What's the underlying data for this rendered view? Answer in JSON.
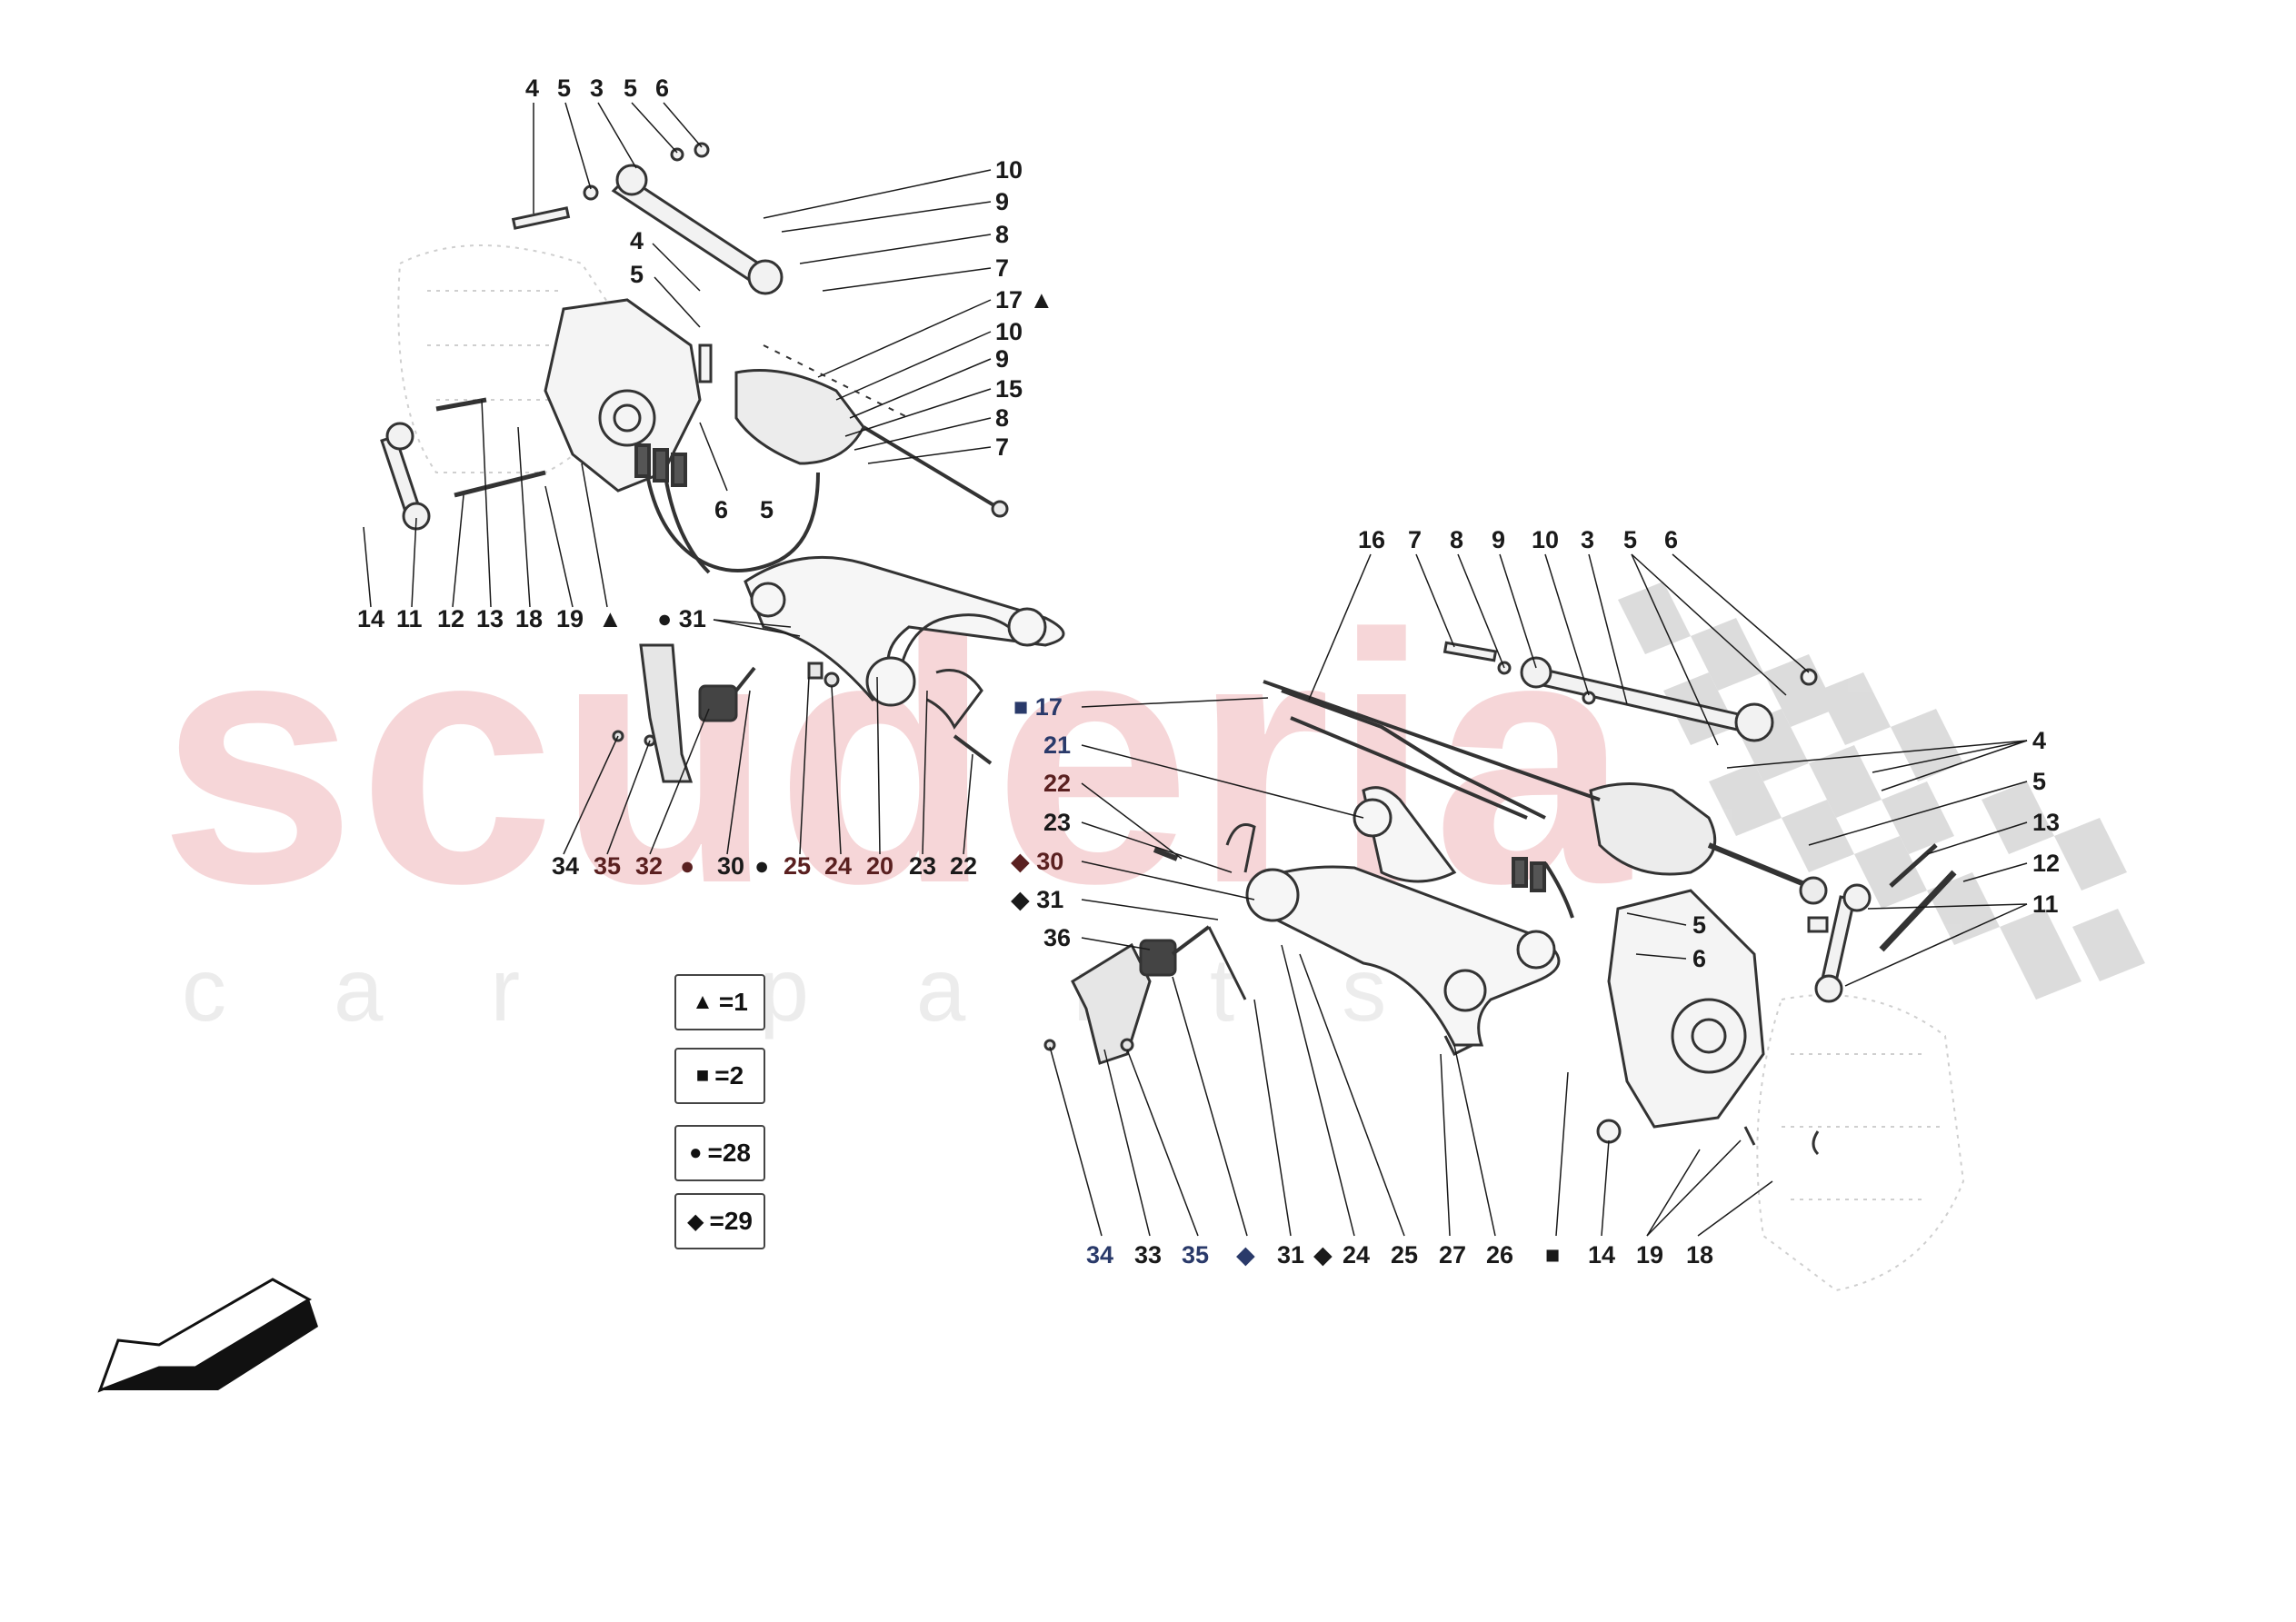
{
  "watermark": {
    "main": "scuderia",
    "sub": "car parts"
  },
  "legend": [
    {
      "symbol": "▲",
      "value": "=1"
    },
    {
      "symbol": "■",
      "value": "=2"
    },
    {
      "symbol": "●",
      "value": "=28"
    },
    {
      "symbol": "◆",
      "value": "=29"
    }
  ],
  "callouts": {
    "top_row": [
      "4",
      "5",
      "3",
      "5",
      "6"
    ],
    "top_right_stack": [
      "10",
      "9",
      "8",
      "7",
      "17 ▲",
      "10",
      "9",
      "15",
      "8",
      "7"
    ],
    "left_stack": [
      "4",
      "5"
    ],
    "left_mid": [
      "6",
      "5"
    ],
    "left_bottom_row": [
      "14",
      "11",
      "12",
      "13",
      "18",
      "19",
      "▲"
    ],
    "bracket_label": "● 31",
    "mid_bottom_row": [
      "34",
      "35",
      "32",
      "●",
      "30",
      "●",
      "25",
      "24",
      "20",
      "23",
      "22"
    ],
    "right_top_row": [
      "16",
      "7",
      "8",
      "9",
      "10",
      "3",
      "5",
      "6"
    ],
    "right_stack": [
      "4",
      "5",
      "13",
      "12",
      "11"
    ],
    "center_stack": [
      "■ 17",
      "21",
      "22",
      "23",
      "◆ 30",
      "◆ 31",
      "36"
    ],
    "right_mid": [
      "5",
      "6"
    ],
    "bottom_row": [
      "34",
      "33",
      "35",
      "◆",
      "31",
      "◆",
      "24",
      "25",
      "27",
      "26",
      "■",
      "14",
      "19",
      "18"
    ]
  }
}
